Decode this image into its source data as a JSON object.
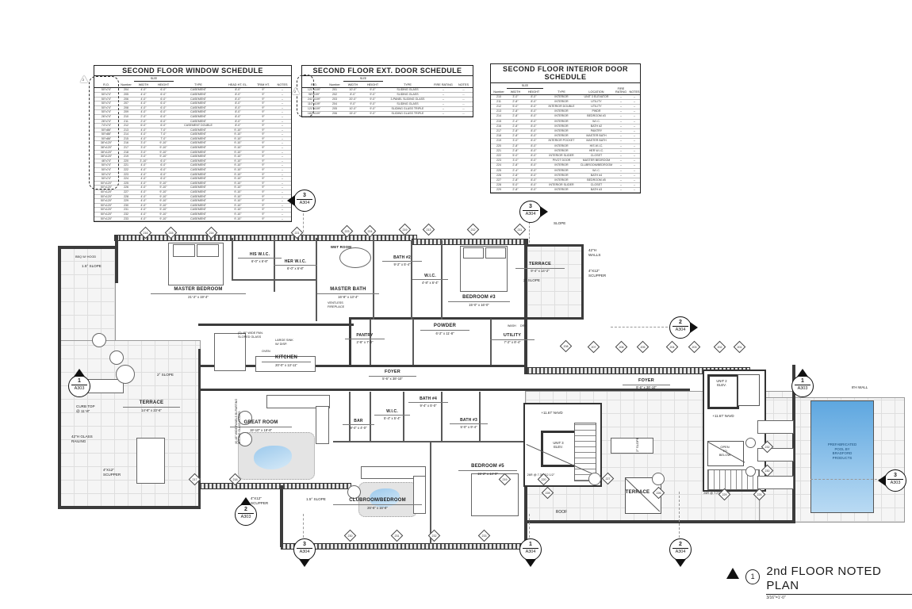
{
  "title_block": {
    "detail_number": "1",
    "title": "2nd FLOOR NOTED PLAN",
    "scale": "3/16\"=1'-0\""
  },
  "schedules": {
    "window": {
      "title": "SECOND FLOOR WINDOW SCHEDULE",
      "headers": {
        "ro": "R.O.",
        "number": "Number",
        "size": "SIZE",
        "width": "WIDTH",
        "height": "HEIGHT",
        "type": "TYPE",
        "head": "HEAD HT. EL.",
        "trim": "TRIM HT.",
        "notes": "NOTES"
      },
      "revision": "2",
      "rows": [
        [
          "50\"x74\"",
          "204",
          "4'-0\"",
          "6'-0\"",
          "CASEMENT",
          "8'-0\"",
          "9\"",
          "--"
        ],
        [
          "50\"x74\"",
          "205",
          "4'-0\"",
          "6'-0\"",
          "CASEMENT",
          "8'-0\"",
          "9\"",
          "--"
        ],
        [
          "50\"x74\"",
          "206",
          "4'-0\"",
          "6'-0\"",
          "CASEMENT",
          "8'-0\"",
          "9\"",
          "--"
        ],
        [
          "50\"x74\"",
          "207",
          "4'-0\"",
          "6'-0\"",
          "CASEMENT",
          "8'-0\"",
          "9\"",
          "--"
        ],
        [
          "50\"x74\"",
          "208",
          "4'-0\"",
          "6'-0\"",
          "CASEMENT",
          "8'-0\"",
          "9\"",
          "--"
        ],
        [
          "50\"x74\"",
          "209",
          "4'-0\"",
          "6'-0\"",
          "CASEMENT",
          "8'-0\"",
          "9\"",
          "--"
        ],
        [
          "26\"x74\"",
          "210",
          "2'-0\"",
          "6'-0\"",
          "CASEMENT",
          "8'-0\"",
          "9\"",
          "--"
        ],
        [
          "26\"x74\"",
          "211",
          "2'-0\"",
          "6'-0\"",
          "CASEMENT",
          "8'-0\"",
          "9\"",
          "--"
        ],
        [
          "74\"x74\"",
          "212",
          "6'-0\"",
          "6'-0\"",
          "CASEMENT DOUBLE",
          "8'-0\"",
          "9\"",
          "--"
        ],
        [
          "50\"x86\"",
          "213",
          "4'-0\"",
          "7'-0\"",
          "CASEMENT",
          "9'-10\"",
          "9\"",
          "--"
        ],
        [
          "50\"x86\"",
          "214",
          "4'-0\"",
          "7'-0\"",
          "CASEMENT",
          "9'-10\"",
          "9\"",
          "--"
        ],
        [
          "50\"x86\"",
          "215",
          "4'-0\"",
          "7'-0\"",
          "CASEMENT",
          "9'-10\"",
          "9\"",
          "--"
        ],
        [
          "38\"x120\"",
          "216",
          "3'-0\"",
          "9'-10\"",
          "CASEMENT",
          "9'-10\"",
          "9\"",
          "--"
        ],
        [
          "38\"x120\"",
          "217",
          "3'-0\"",
          "9'-10\"",
          "CASEMENT",
          "9'-10\"",
          "9\"",
          "--"
        ],
        [
          "38\"x120\"",
          "218",
          "3'-0\"",
          "9'-10\"",
          "CASEMENT",
          "9'-10\"",
          "9\"",
          "--"
        ],
        [
          "38\"x120\"",
          "219",
          "3'-0\"",
          "9'-10\"",
          "CASEMENT",
          "9'-10\"",
          "9\"",
          "--"
        ],
        [
          "46\"x74\"",
          "220",
          "3'-10\"",
          "6'-0\"",
          "CASEMENT",
          "9'-10\"",
          "9\"",
          "--"
        ],
        [
          "50\"x74\"",
          "221",
          "4'-0\"",
          "6'-0\"",
          "CASEMENT",
          "9'-10\"",
          "9\"",
          "--"
        ],
        [
          "50\"x74\"",
          "222",
          "4'-0\"",
          "6'-0\"",
          "CASEMENT",
          "9'-10\"",
          "9\"",
          "--"
        ],
        [
          "50\"x74\"",
          "223",
          "4'-0\"",
          "6'-0\"",
          "CASEMENT",
          "9'-10\"",
          "9\"",
          "--"
        ],
        [
          "50\"x74\"",
          "224",
          "4'-0\"",
          "6'-0\"",
          "CASEMENT",
          "9'-10\"",
          "9\"",
          "--"
        ],
        [
          "50\"x120\"",
          "225",
          "4'-0\"",
          "9'-10\"",
          "CASEMENT",
          "9'-10\"",
          "9\"",
          "--"
        ],
        [
          "50\"x120\"",
          "226",
          "4'-0\"",
          "9'-10\"",
          "CASEMENT",
          "9'-10\"",
          "9\"",
          "--"
        ],
        [
          "50\"x120\"",
          "227",
          "4'-0\"",
          "9'-10\"",
          "CASEMENT",
          "9'-10\"",
          "9\"",
          "--"
        ],
        [
          "50\"x120\"",
          "228",
          "4'-0\"",
          "9'-10\"",
          "CASEMENT",
          "9'-10\"",
          "9\"",
          "--"
        ],
        [
          "50\"x120\"",
          "229",
          "4'-0\"",
          "9'-10\"",
          "CASEMENT",
          "9'-10\"",
          "9\"",
          "--"
        ],
        [
          "50\"x120\"",
          "230",
          "4'-0\"",
          "9'-10\"",
          "CASEMENT",
          "9'-10\"",
          "9\"",
          "--"
        ],
        [
          "50\"x120\"",
          "231",
          "4'-0\"",
          "9'-10\"",
          "CASEMENT",
          "9'-10\"",
          "9\"",
          "--"
        ],
        [
          "50\"x120\"",
          "232",
          "4'-0\"",
          "9'-10\"",
          "CASEMENT",
          "9'-10\"",
          "9\"",
          "--"
        ],
        [
          "50\"x120\"",
          "233",
          "4'-0\"",
          "9'-10\"",
          "CASEMENT",
          "9'-10\"",
          "9\"",
          "--"
        ]
      ]
    },
    "ext_door": {
      "title": "SECOND FLOOR EXT. DOOR SCHEDULE",
      "headers": {
        "ro": "R.O.",
        "number": "Number",
        "size": "SIZE",
        "width": "WIDTH",
        "height": "HEIGHT",
        "type": "TYPE",
        "fire": "FIRE RATING",
        "notes": "NOTES"
      },
      "revision": "2",
      "rows": [
        [
          "121\"x109\"",
          "201",
          "10'-0\"",
          "9'-0\"",
          "SLIDING GLASS",
          "--",
          "--"
        ],
        [
          "98\"x109\"",
          "202",
          "8'-0\"",
          "9'-0\"",
          "SLIDING GLASS",
          "--",
          "--"
        ],
        [
          "241\"x109\"",
          "203",
          "20'-0\"",
          "9'-0\"",
          "3-PANEL SLIDING GLASS",
          "--",
          "--"
        ],
        [
          "110\"x109\"",
          "204",
          "9'-0\"",
          "9'-0\"",
          "SLIDING GLASS",
          "--",
          "--"
        ],
        [
          "121\"x109\"",
          "205",
          "10'-0\"",
          "9'-0\"",
          "SLIDING GLASS TRIPLE",
          "--",
          "--"
        ],
        [
          "181\"x109\"",
          "206",
          "15'-0\"",
          "9'-0\"",
          "SLIDING GLASS TRIPLE",
          "--",
          "--"
        ]
      ]
    },
    "int_door": {
      "title": "SECOND FLOOR INTERIOR DOOR\nSCHEDULE",
      "headers": {
        "number": "Number",
        "size": "SIZE",
        "width": "WIDTH",
        "height": "HEIGHT",
        "type": "TYPE",
        "location": "LOCATION",
        "fire": "FIRE RATING",
        "notes": "NOTES"
      },
      "rows": [
        [
          "210",
          "3'-0\"",
          "8'-0\"",
          "INTERIOR",
          "UNIT 3 ELEVATOR",
          "--",
          "--"
        ],
        [
          "211",
          "2'-8\"",
          "8'-0\"",
          "INTERIOR",
          "UTILITY",
          "--",
          "--"
        ],
        [
          "212",
          "5'-0\"",
          "8'-0\"",
          "INTERIOR DOUBLE",
          "UTILITY",
          "--",
          "--"
        ],
        [
          "213",
          "2'-8\"",
          "8'-0\"",
          "INTERIOR",
          "PWDR",
          "--",
          "--"
        ],
        [
          "214",
          "2'-8\"",
          "8'-0\"",
          "INTERIOR",
          "BEDROOM #3",
          "--",
          "--"
        ],
        [
          "215",
          "2'-4\"",
          "8'-0\"",
          "INTERIOR",
          "W.I.C.",
          "--",
          "--"
        ],
        [
          "216",
          "2'-8\"",
          "8'-0\"",
          "INTERIOR",
          "BATH #2",
          "--",
          "--"
        ],
        [
          "217",
          "2'-8\"",
          "8'-0\"",
          "INTERIOR",
          "PANTRY",
          "--",
          "--"
        ],
        [
          "218",
          "2'-8\"",
          "8'-0\"",
          "INTERIOR",
          "MASTER BATH",
          "--",
          "--"
        ],
        [
          "219",
          "3'-0\"",
          "8'-0\"",
          "INTERIOR POCKET",
          "MASTER BATH",
          "--",
          "--"
        ],
        [
          "220",
          "2'-8\"",
          "8'-0\"",
          "INTERIOR",
          "HIS W.I.C.",
          "--",
          "--"
        ],
        [
          "221",
          "2'-8\"",
          "8'-0\"",
          "INTERIOR",
          "HER W.I.C.",
          "--",
          "--"
        ],
        [
          "222",
          "5'-0\"",
          "8'-0\"",
          "INTERIOR SLIDER",
          "CLOSET",
          "--",
          "--"
        ],
        [
          "223",
          "3'-0\"",
          "8'-0\"",
          "PIVOT DOOR",
          "MASTER BEDROOM",
          "--",
          "--"
        ],
        [
          "224",
          "2'-8\"",
          "8'-0\"",
          "INTERIOR",
          "CLUBROOM/BEDROOM",
          "--",
          "--"
        ],
        [
          "225",
          "2'-4\"",
          "8'-0\"",
          "INTERIOR",
          "W.I.C.",
          "--",
          "--"
        ],
        [
          "226",
          "2'-8\"",
          "8'-0\"",
          "INTERIOR",
          "BATH #4",
          "--",
          "--"
        ],
        [
          "227",
          "2'-8\"",
          "8'-0\"",
          "INTERIOR",
          "BEDROOM #5",
          "--",
          "--"
        ],
        [
          "228",
          "5'-0\"",
          "8'-0\"",
          "INTERIOR SLIDER",
          "CLOSET",
          "--",
          "--"
        ],
        [
          "229",
          "2'-8\"",
          "8'-0\"",
          "INTERIOR",
          "BATH #3",
          "--",
          "--"
        ]
      ]
    }
  },
  "plan": {
    "rooms": {
      "mbr": {
        "name": "MASTER BEDROOM",
        "dims": "21'-2\" x 19'-4\""
      },
      "hwic": {
        "name": "HIS W.I.C.",
        "dims": "6'-0\" x 6'-8\""
      },
      "herwic": {
        "name": "HER W.I.C.",
        "dims": "6'-0\" x 6'-8\""
      },
      "wet": {
        "name": "WET ROOM",
        "dims": ""
      },
      "mbath": {
        "name": "MASTER BATH",
        "dims": "16'-8\" x 13'-4\""
      },
      "b2": {
        "name": "BATH #2",
        "dims": "9'-2\" x 5'-4\""
      },
      "wict": {
        "name": "W.I.C.",
        "dims": "4'-8\" x 6'-4\""
      },
      "br3": {
        "name": "BEDROOM #3",
        "dims": "15'-0\" x 16'-0\""
      },
      "tertr": {
        "name": "TERRACE",
        "dims": "9'-4\" x 14'-2\""
      },
      "pantry": {
        "name": "PANTRY",
        "dims": "2'-8\" x 7'-0\""
      },
      "powder": {
        "name": "POWDER",
        "dims": "6'-2\" x 11'-8\""
      },
      "util": {
        "name": "UTILITY",
        "dims": "7'-2\" x 8'-4\""
      },
      "kit": {
        "name": "KITCHEN",
        "dims": "20'-0\" x 13'-11\""
      },
      "foy1": {
        "name": "FOYER",
        "dims": "5'-6\" x 38'-10\""
      },
      "foy2": {
        "name": "FOYER",
        "dims": "9'-6\" x 38'-10\""
      },
      "terl": {
        "name": "TERRACE",
        "dims": "14'-8\" x 23'-6\""
      },
      "gr": {
        "name": "GREAT ROOM",
        "dims": "19'-10\" x 19'-8\""
      },
      "bar": {
        "name": "BAR",
        "dims": "9'-4\" x 4'-0\""
      },
      "wicm": {
        "name": "W.I.C.",
        "dims": "5'-4\" x 5'-4\""
      },
      "b4": {
        "name": "BATH #4",
        "dims": "9'-4\" x 5'-0\""
      },
      "b3": {
        "name": "BATH #3",
        "dims": "5'-0\" x 9'-4\""
      },
      "club": {
        "name": "CLUBROOM/BEDROOM",
        "dims": "26'-6\" x 16'-8\""
      },
      "br5": {
        "name": "BEDROOM #5",
        "dims": "15'-2\" x 14'-0\""
      },
      "terbr": {
        "name": "TERRACE",
        "dims": ""
      },
      "u3elev": {
        "name": "UNIT 3\nELEV.",
        "dims": ""
      },
      "u2elev": {
        "name": "UNIT 2\nELEV.",
        "dims": ""
      },
      "open": {
        "name": "OPEN\nTO\nBELOW",
        "dims": ""
      },
      "roof": {
        "name": "ROOF",
        "dims": ""
      },
      "navd1": {
        "name": "+11.67' NAVD",
        "dims": ""
      },
      "navd2": {
        "name": "+11.67' NAVD",
        "dims": ""
      },
      "st1": {
        "name": "26R @ 7.36\"/12 1/2\"",
        "dims": ""
      },
      "st2": {
        "name": "26R @ 7.27\"/12.67\"",
        "dims": ""
      },
      "pool": {
        "name": "PREFABRICATED\nPOOL BY\nBRADFORD\nPRODUCTS",
        "dims": ""
      }
    },
    "callouts": {
      "slope_top": "SLOPE",
      "walls42": "42\"H\nWALLS",
      "scup_tr": "4\"X12\"\nSCUPPER",
      "slope2_tr": "2° SLOPE",
      "slope15_tl": "1.5° SLOPE",
      "bbq": "BBQ W/ HOOD",
      "slope2_l": "2° SLOPE",
      "curb": "CURB TOP\n@ 11'-8\"",
      "rail": "42\"H GLASS\nRAILING",
      "scup_bl": "4\"X12\"\nSCUPPER",
      "scup_b": "4\"X12\"\nSCUPPER",
      "slope15_b": "1.5° SLOPE",
      "wall8": "8'H WALL",
      "fire": "VENTLESS\nFIREPLACE",
      "sink": "LARGE SINK\nW/ DISP.",
      "oven": "OVEN",
      "wash": "WASH",
      "dry": "DRY",
      "glass_gr": "(6) 48\" WIDE PANELS BI-PARTING\nSLIDING GLASS DOORS",
      "glass_mb": "(2) 48\" WIDE PAN.\nSLOPED GLASS",
      "slope2_br": "2° SLOPE"
    },
    "markers": {
      "m1": {
        "num": "3",
        "sheet": "A304"
      },
      "m2": {
        "num": "3",
        "sheet": "A304"
      },
      "m3": {
        "num": "2",
        "sheet": "A304"
      },
      "m4": {
        "num": "1",
        "sheet": "A303"
      },
      "m5": {
        "num": "1",
        "sheet": "A303"
      },
      "m6": {
        "num": "2",
        "sheet": "A303"
      },
      "m7": {
        "num": "3",
        "sheet": "A304"
      },
      "m8": {
        "num": "1",
        "sheet": "A304"
      },
      "m9": {
        "num": "2",
        "sheet": "A304"
      },
      "m10": {
        "num": "3",
        "sheet": "A303"
      }
    },
    "tags": [
      "216",
      "215",
      "214",
      "221",
      "223",
      "224",
      "219",
      "213",
      "212",
      "211",
      "208",
      "207",
      "206",
      "205",
      "204",
      "203",
      "202",
      "201",
      "217",
      "218",
      "219",
      "220",
      "230",
      "231",
      "232",
      "233",
      "228",
      "227",
      "226",
      "232",
      "230",
      "229",
      "225"
    ]
  }
}
